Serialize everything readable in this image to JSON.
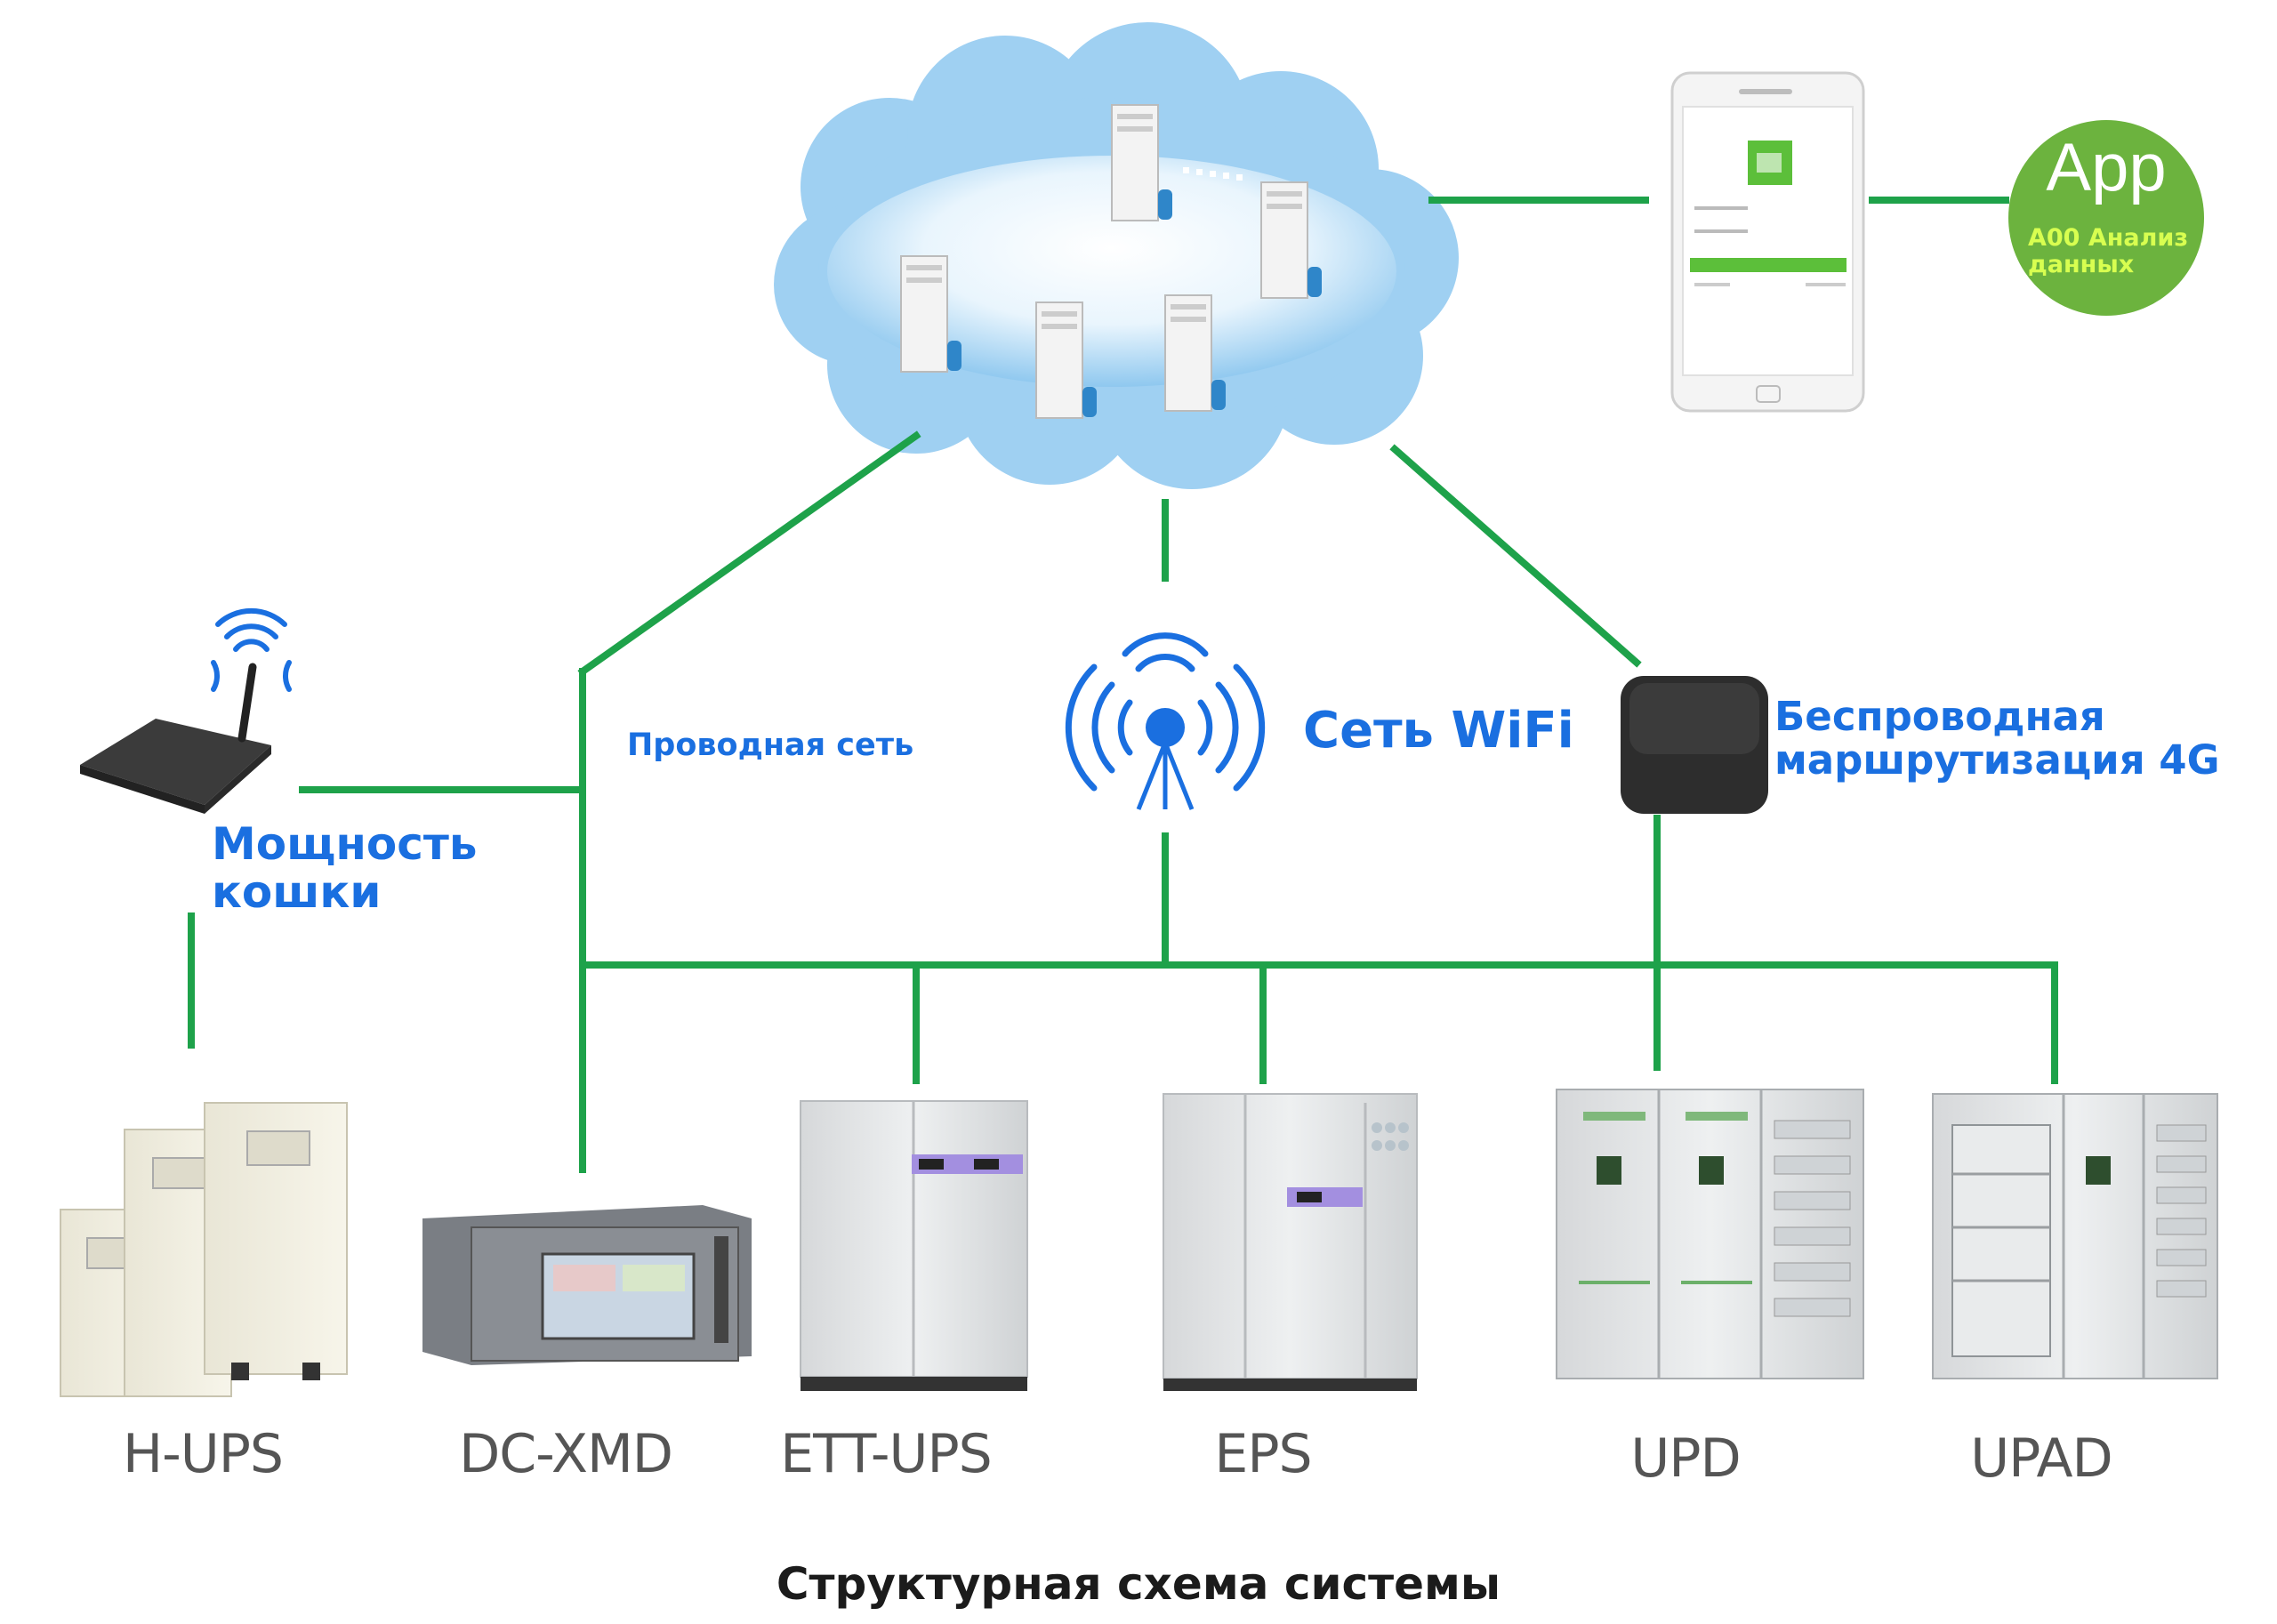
{
  "labels": {
    "wired_network": "Проводная сеть",
    "wifi_network": "Сеть WiFi",
    "wireless_4g": "Беспроводная маршрутизация 4G",
    "power_cat": "Мощность кошки",
    "app": "App",
    "app_data": "A00 Анализ данных"
  },
  "devices": [
    "H-UPS",
    "DC-XMD",
    "ETT-UPS",
    "EPS",
    "UPD",
    "UPAD"
  ],
  "title": "Структурная схема системы",
  "colors": {
    "line": "#1ea24a",
    "label": "#1a6fe0",
    "cloud": "#9fd0f2",
    "app": "#6cb33e"
  }
}
